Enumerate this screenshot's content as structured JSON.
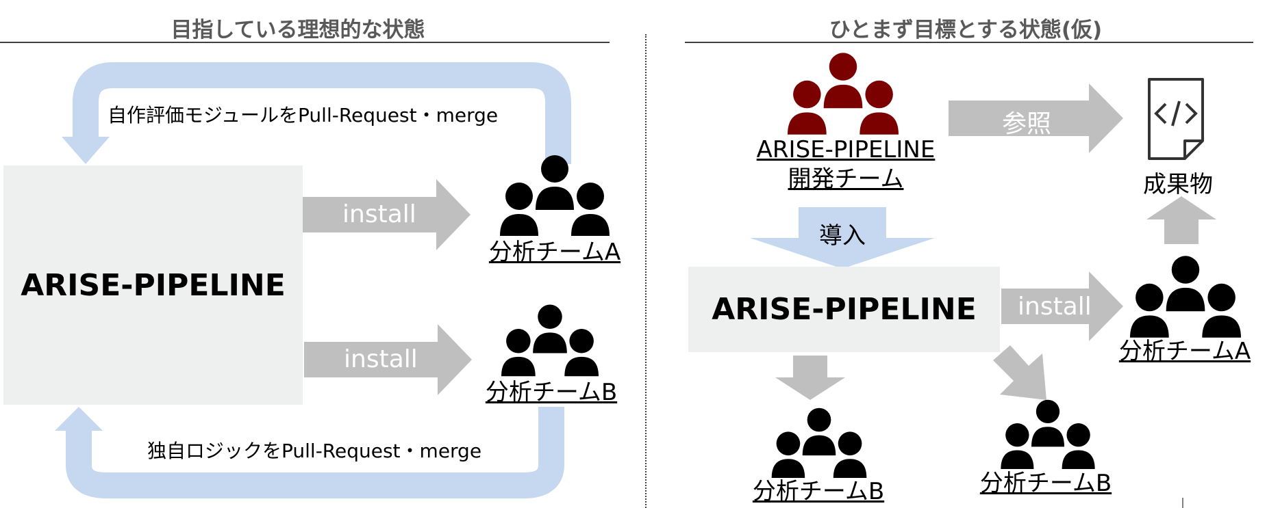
{
  "left": {
    "title": "目指している理想的な状態",
    "pipeline_label": "ARISE-PIPELINE",
    "loop_top_caption": "自作評価モジュールをPull-Request・merge",
    "loop_bottom_caption": "独自ロジックをPull-Request・merge",
    "install_label_a": "install",
    "install_label_b": "install",
    "team_a": "分析チームA",
    "team_b": "分析チームB"
  },
  "right": {
    "title": "ひとまず目標とする状態(仮)",
    "dev_team_line1": "ARISE-PIPELINE",
    "dev_team_line2": "開発チーム",
    "reference_label": "参照",
    "deliverable_label": "成果物",
    "introduce_label": "導入",
    "pipeline_label": "ARISE-PIPELINE",
    "install_label": "install",
    "team_a": "分析チームA",
    "team_b_left": "分析チームB",
    "team_b_right": "分析チームB"
  },
  "colors": {
    "dev_team": "#7b0000",
    "light_blue": "#c5d8f0",
    "gray_arrow": "#bfbfbf",
    "box_bg": "#eef0ef",
    "title": "#595959"
  },
  "icons": {
    "people": "people-group-icon",
    "code_file": "code-file-icon"
  }
}
